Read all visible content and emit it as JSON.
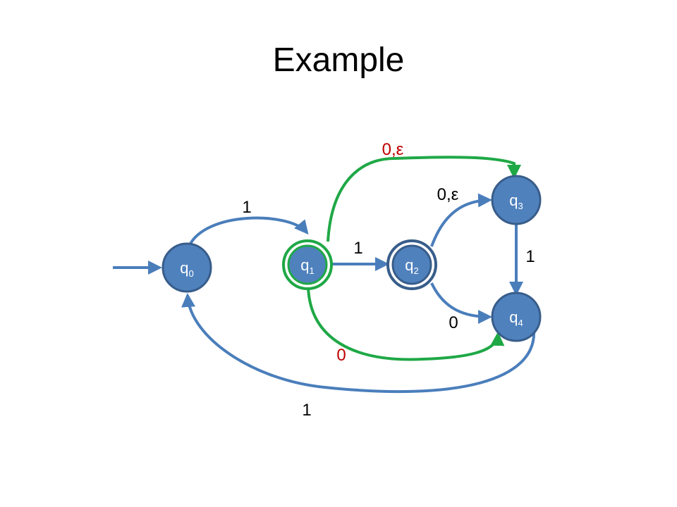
{
  "title": "Example",
  "colors": {
    "blue_edge": "#4a7ebb",
    "green_edge": "#1fa846",
    "state_fill": "#4f81bd",
    "state_stroke_blue": "#385d8a",
    "state_stroke_green": "#1fa846",
    "state_text": "#ffffff",
    "label_black": "#000000",
    "label_red": "#c00000"
  },
  "states": [
    {
      "id": "q0",
      "base": "q",
      "sub": "0",
      "accepting": false,
      "initial": true
    },
    {
      "id": "q1",
      "base": "q",
      "sub": "1",
      "accepting": true,
      "initial": false
    },
    {
      "id": "q2",
      "base": "q",
      "sub": "2",
      "accepting": true,
      "initial": false
    },
    {
      "id": "q3",
      "base": "q",
      "sub": "3",
      "accepting": false,
      "initial": false
    },
    {
      "id": "q4",
      "base": "q",
      "sub": "4",
      "accepting": false,
      "initial": false
    }
  ],
  "edges": [
    {
      "from": "q0",
      "to": "q1",
      "label": "1",
      "color": "blue"
    },
    {
      "from": "q1",
      "to": "q2",
      "label": "1",
      "color": "blue"
    },
    {
      "from": "q2",
      "to": "q3",
      "label": "0,ε",
      "color": "blue"
    },
    {
      "from": "q2",
      "to": "q4",
      "label": "0",
      "color": "blue"
    },
    {
      "from": "q3",
      "to": "q4",
      "label": "1",
      "color": "blue"
    },
    {
      "from": "q4",
      "to": "q0",
      "label": "1",
      "color": "blue"
    },
    {
      "from": "q1",
      "to": "q3",
      "label": "0,ε",
      "color": "green"
    },
    {
      "from": "q1",
      "to": "q4",
      "label": "0",
      "color": "green"
    }
  ]
}
